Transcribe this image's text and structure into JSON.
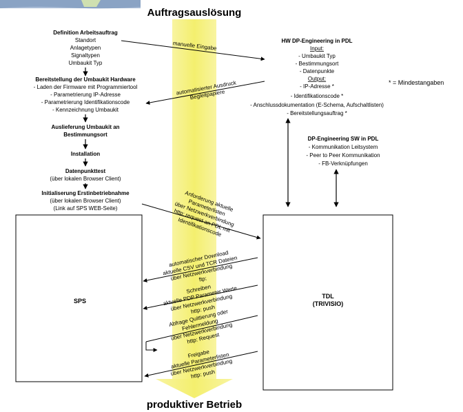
{
  "header": {
    "title": "Auftragsauslösung"
  },
  "footer": {
    "title": "produktiver Betrieb"
  },
  "colors": {
    "band": "#f6f28a",
    "band_edge": "#f2ec5a",
    "corner_image": "#9fb4cf",
    "line": "#000000"
  },
  "left_steps": {
    "definition": {
      "title": "Definition Arbeitsauftrag",
      "lines": [
        "Standort",
        "Anlagetypen",
        "Signaltypen",
        "Umbaukit Typ"
      ]
    },
    "bereitstellung": {
      "title": "Bereitstellung der Umbaukit Hardware",
      "lines": [
        "- Laden der Firmware mit Programmiertool",
        "- Parametrierung IP-Adresse",
        "- Parametrierung Identifikationscode",
        "- Kennzeichnung Umbaukit"
      ]
    },
    "auslieferung": {
      "title_lines": [
        "Auslieferung Umbaukit an",
        "Bestimmungsort"
      ]
    },
    "installation": {
      "title": "Installation"
    },
    "datenpunkttest": {
      "title": "Datenpunkttest",
      "lines": [
        "(über lokalen Browser Client)"
      ]
    },
    "initialisierung": {
      "title": "Initialiserung Erstinbetriebnahme",
      "lines": [
        "(über lokalen Browser Client)",
        "(Link auf SPS WEB-Seite)"
      ]
    }
  },
  "right_blocks": {
    "hw": {
      "title": "HW DP-Engineering in PDL",
      "input_label": "Input:",
      "input_lines": [
        "- Umbaukit Typ",
        "- Bestimmungsort",
        "- Datenpunkte"
      ],
      "output_label": "Output:",
      "output_lines": [
        "- IP-Adresse *",
        "- Identifikationscode *",
        "- Anschlussdokumentation (E-Schema, Aufschaltlisten)",
        "- Bereitstellungsauftrag *"
      ]
    },
    "sw": {
      "title": "DP-Engineering SW in PDL",
      "lines": [
        "- Kommunikation Leitsystem",
        "- Peer to Peer Kommunikation",
        "- FB-Verknüpfungen"
      ]
    },
    "note": "* = Mindestangaben"
  },
  "boxes": {
    "sps": "SPS",
    "tdl_lines": [
      "TDL",
      "(TRIVISIO)"
    ]
  },
  "messages": {
    "manual": [
      "manuelle Eingabe"
    ],
    "auto_print": [
      "automatisierter Ausdruck",
      "Begleitpapiere"
    ],
    "request": [
      "Anforderung aktuelle",
      "Parameterlisten",
      "über Netzwerkverbindung",
      "http: request an PDL mit",
      "Identifikationscode"
    ],
    "download": [
      "automatischer Download",
      "aktuelle CSV und TCR Dateien",
      "über Netzwerkverbindung",
      "ftp:"
    ],
    "write": [
      "Schreiben",
      "aktuelle PDP Parameter Werte",
      "über Netzwerkverbindung",
      "http: push"
    ],
    "ack": [
      "Abfrage Quittierung oder",
      "Fehlermeldung",
      "über Netzwerkverbindung",
      "http: Request"
    ],
    "release": [
      "Freigabe",
      "aktuelle Parameterlisten",
      "über Netzwerkverbindung",
      "http: push"
    ]
  }
}
